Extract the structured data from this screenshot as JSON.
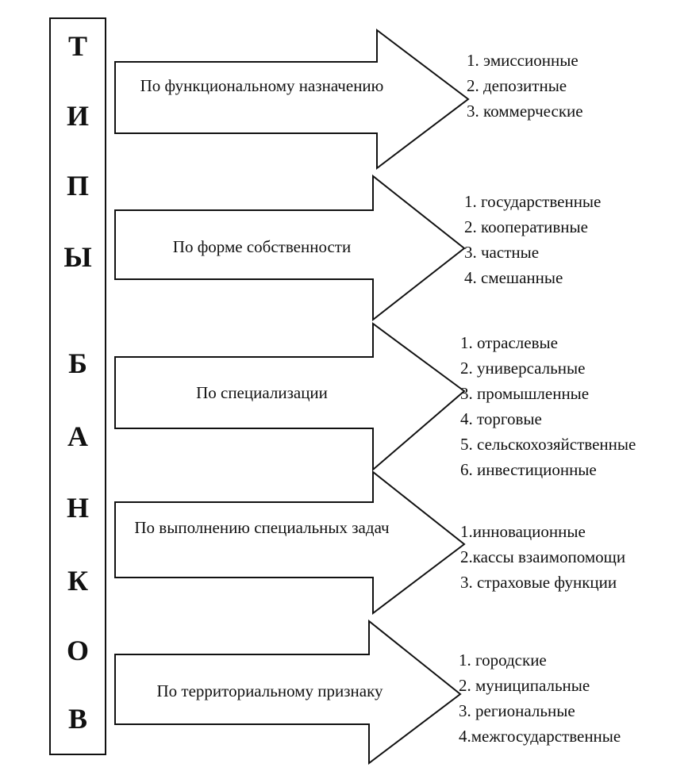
{
  "vertical_title": [
    "Т",
    "И",
    "П",
    "Ы",
    "Б",
    "А",
    "Н",
    "К",
    "О",
    "В"
  ],
  "groups": [
    {
      "label": "По функциональному назначению",
      "items": [
        "1. эмиссионные",
        "2. депозитные",
        "3. коммерческие"
      ]
    },
    {
      "label": "По форме собственности",
      "items": [
        "1. государственные",
        "2. кооперативные",
        "3. частные",
        "4. смешанные"
      ]
    },
    {
      "label": "По специализации",
      "items": [
        "1. отраслевые",
        "2. универсальные",
        "3. промышленные",
        "4. торговые",
        "5. сельскохозяйственные",
        "6. инвестиционные"
      ]
    },
    {
      "label": "По выполнению специальных задач",
      "items": [
        "1.инновационные",
        "2.кассы взаимопомощи",
        "3. страховые функции"
      ]
    },
    {
      "label": "По территориальному признаку",
      "items": [
        "1. городские",
        "2. муниципальные",
        "3. региональные",
        "4.межгосударственные"
      ]
    }
  ]
}
